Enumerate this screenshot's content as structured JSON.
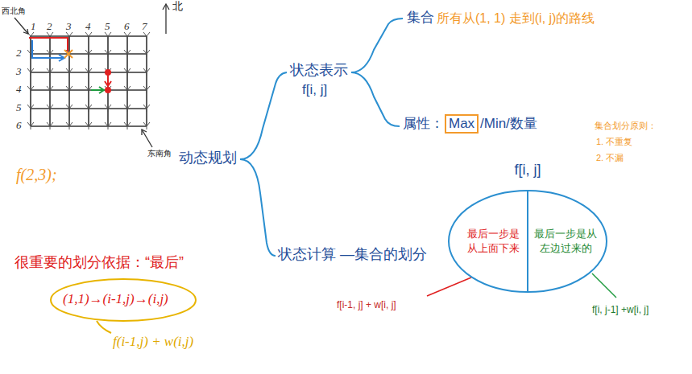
{
  "diagram": {
    "nodes": [
      {
        "text": [
          "Max"
        ]
      },
      {
        "text": [
          "f[i, j]"
        ]
      },
      {
        "text": [
          "最后一步是从上面下来"
        ],
        "in": 1
      },
      {
        "text": [
          "最后一步是从左边过来的"
        ],
        "in": 1
      }
    ],
    "labels": [
      "北",
      "西北角",
      "东南角",
      "1",
      "2",
      "3",
      "4",
      "5",
      "6",
      "7",
      "2",
      "3",
      "4",
      "5",
      "6",
      "f(2,3);",
      "动态规划",
      "状态表示",
      "f[i, j]",
      "集合",
      "所有从(1, 1) 走到(i, j)的路线",
      "属性：",
      "/Min/数量",
      "集合划分原则：",
      "1. 不重复",
      "2. 不漏",
      "状态计算 —集合的划分",
      "很重要的划分依据：“最后”",
      "(1,1)→(i-1,j)→(i,j)",
      "f(i-1,j) + w(i,j)",
      "f[i-1, j] + w[i, j]",
      "f[i, j-1] +w[i, j]"
    ]
  }
}
